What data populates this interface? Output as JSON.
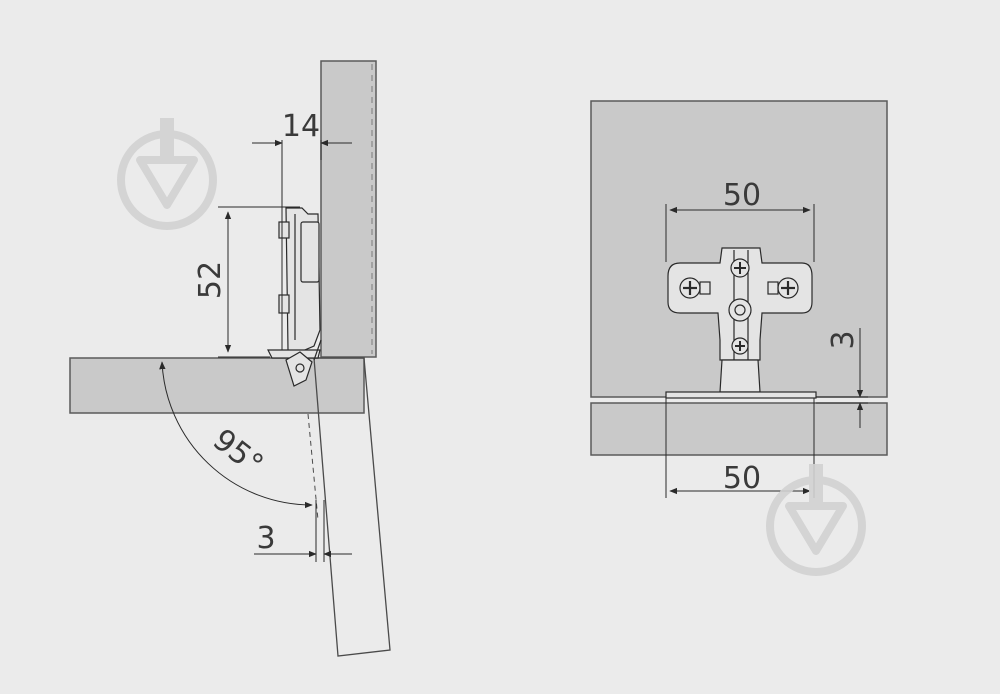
{
  "colors": {
    "background": "#ebebeb",
    "panel_fill": "#c9c9c9",
    "panel_stroke": "#5a5a5a",
    "line": "#2a2a2a",
    "hinge_fill": "#e4e4e4",
    "watermark": "#d2d2d2"
  },
  "side_view": {
    "dim_overlay": "14",
    "dim_cup_height": "52",
    "dim_opening_angle": "95°",
    "dim_gap": "3"
  },
  "front_view": {
    "dim_plate_width": "50",
    "dim_door_width": "50",
    "dim_offset": "3"
  },
  "watermark_icon": "download-arrow-circle-icon"
}
